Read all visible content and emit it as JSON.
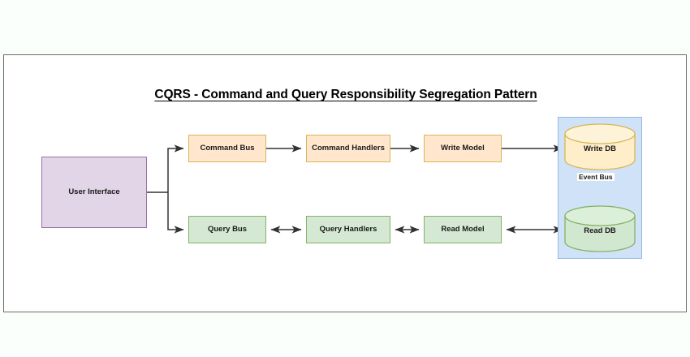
{
  "title": "CQRS - Command and Query Responsibility Segregation Pattern",
  "nodes": {
    "user_interface": "User Interface",
    "command_bus": "Command Bus",
    "command_handlers": "Command Handlers",
    "write_model": "Write Model",
    "query_bus": "Query Bus",
    "query_handlers": "Query Handlers",
    "read_model": "Read Model",
    "write_db": "Write DB",
    "read_db": "Read DB"
  },
  "edges": {
    "event_bus": "Event Bus"
  },
  "colors": {
    "command_fill": "#ffe6cc",
    "command_stroke": "#d6b656",
    "query_fill": "#d5e8d4",
    "query_stroke": "#82b366",
    "ui_fill": "#e1d5e7",
    "ui_stroke": "#9673a6",
    "storage_fill": "#cfe2f7",
    "storage_stroke": "#97b8e0",
    "edge_stroke": "#333333",
    "event_bus_stroke": "#6c8ebf"
  },
  "flows": {
    "command_path": [
      "User Interface",
      "Command Bus",
      "Command Handlers",
      "Write Model",
      "Write DB"
    ],
    "query_path": [
      "User Interface",
      "Query Bus",
      "Query Handlers",
      "Read Model",
      "Read DB"
    ],
    "sync_path": [
      "Write DB",
      "Event Bus",
      "Read DB"
    ]
  }
}
